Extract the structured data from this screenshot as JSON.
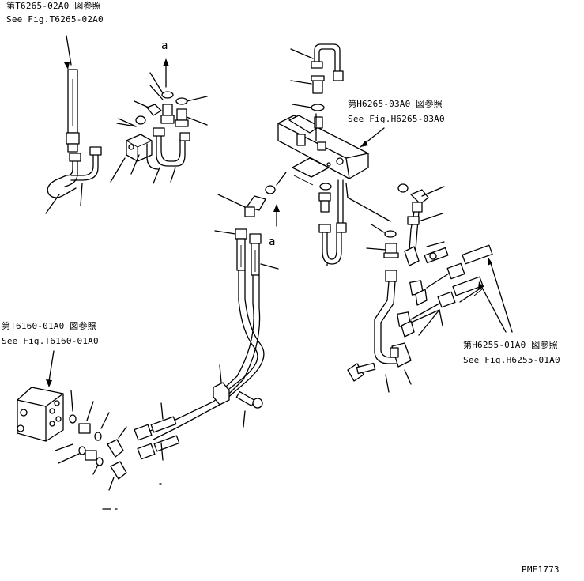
{
  "refs": {
    "top_left": {
      "jp": "第T6265-02A0 図参照",
      "en": "See Fig.T6265-02A0"
    },
    "top_center": {
      "jp": "第H6265-03A0 図参照",
      "en": "See Fig.H6265-03A0"
    },
    "mid_left": {
      "jp": "第T6160-01A0 図参照",
      "en": "See Fig.T6160-01A0"
    },
    "mid_right": {
      "jp": "第H6255-01A0 図参照",
      "en": "See Fig.H6255-01A0"
    }
  },
  "view_marks": {
    "top": "a",
    "bottom": "a"
  },
  "drawing_number": "PME1773"
}
